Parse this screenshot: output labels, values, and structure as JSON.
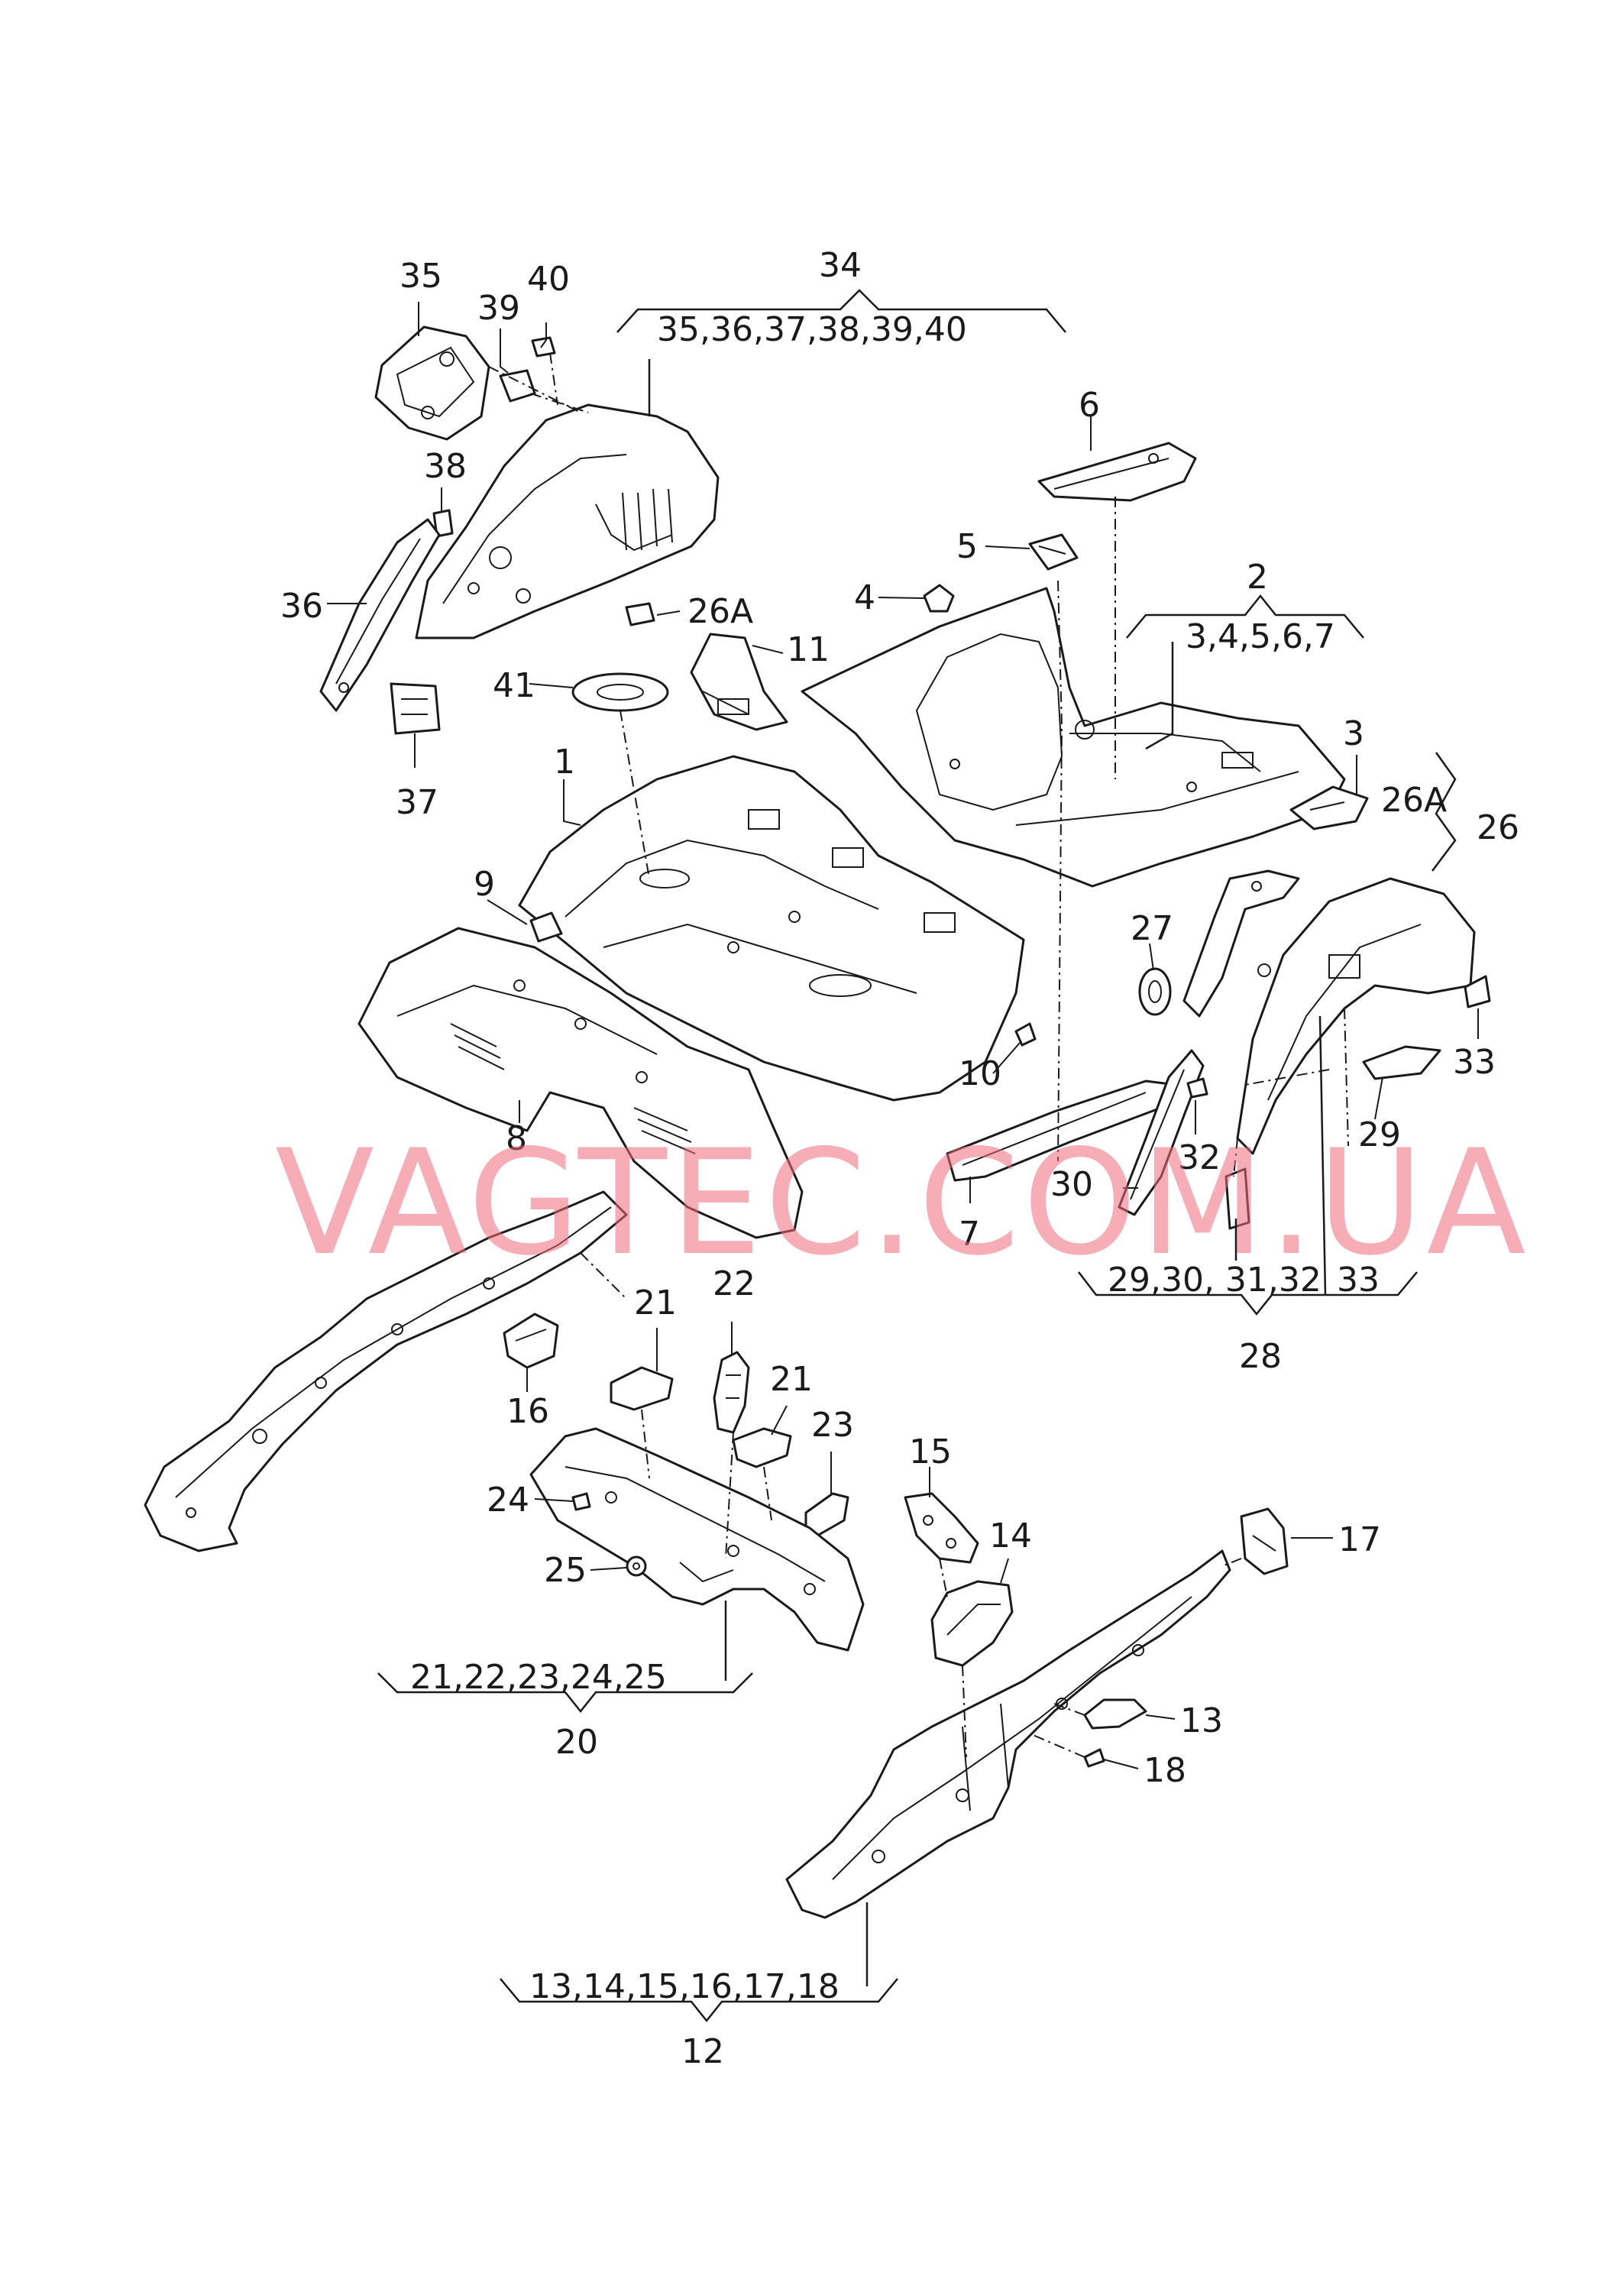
{
  "watermark": "VAGTEC.COM.UA",
  "colors": {
    "line": "#1a1a1a",
    "watermark": "#f26b7a",
    "background": "#ffffff"
  },
  "labels": {
    "p1": "1",
    "p2": "2",
    "p3": "3",
    "p4": "4",
    "p5": "5",
    "p6": "6",
    "p7": "7",
    "p8": "8",
    "p9": "9",
    "p10": "10",
    "p11": "11",
    "p12": "12",
    "p13": "13",
    "p14": "14",
    "p15": "15",
    "p16": "16",
    "p17": "17",
    "p18": "18",
    "p20": "20",
    "p21a": "21",
    "p21b": "21",
    "p22": "22",
    "p23": "23",
    "p24": "24",
    "p25": "25",
    "p26": "26",
    "p26a_top": "26A",
    "p26a_right": "26A",
    "p27": "27",
    "p28": "28",
    "p29": "29",
    "p30": "30",
    "p32": "32",
    "p33": "33",
    "p34": "34",
    "p35": "35",
    "p36": "36",
    "p37": "37",
    "p38": "38",
    "p39": "39",
    "p40": "40",
    "p41": "41"
  },
  "groups": {
    "g34": "35,36,37,38,39,40",
    "g2": "3,4,5,6,7",
    "g28": "29,30, 31,32",
    "g28_extra": "33",
    "g20": "21,22,23,24,25",
    "g12": "13,14,15,16,17,18"
  }
}
